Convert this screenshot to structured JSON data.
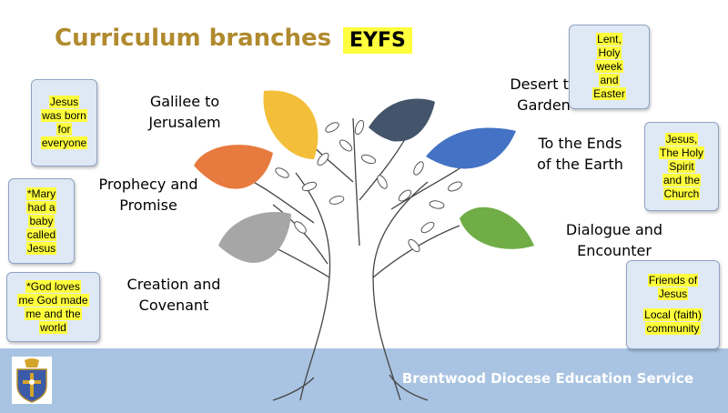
{
  "title": "Curriculum branches",
  "stage": "EYFS",
  "footer": "Brentwood Diocese Education Service",
  "branches": [
    {
      "lines": [
        "Galilee to",
        "Jerusalem"
      ]
    },
    {
      "lines": [
        "Prophecy and",
        "Promise"
      ]
    },
    {
      "lines": [
        "Creation and",
        "Covenant"
      ]
    },
    {
      "lines": [
        "Desert to",
        "Garden"
      ]
    },
    {
      "lines": [
        "To the Ends",
        "of the Earth"
      ]
    },
    {
      "lines": [
        "Dialogue and",
        "Encounter"
      ]
    }
  ],
  "topics": [
    {
      "lines": [
        "Jesus",
        "was born",
        "for",
        "everyone"
      ]
    },
    {
      "lines": [
        "*Mary",
        "had a",
        "baby",
        "called",
        "Jesus"
      ]
    },
    {
      "lines": [
        "*God loves",
        "me God made",
        "me and the",
        "world"
      ]
    },
    {
      "lines": [
        "Lent,",
        "Holy",
        "week",
        "and",
        "Easter"
      ]
    },
    {
      "lines": [
        "Jesus,",
        "The Holy",
        "Spirit",
        "and the",
        "Church"
      ]
    },
    {
      "lines": [
        "Friends of",
        "Jesus",
        "Local (faith)",
        "community"
      ]
    }
  ],
  "colors": {
    "leaf_yellow": "#f3bf3a",
    "leaf_orange": "#e77a3e",
    "leaf_gray": "#a6a6a6",
    "leaf_navy": "#44546a",
    "leaf_blue": "#4472c4",
    "leaf_green": "#70ad47",
    "footer": "#a9c4e2",
    "highlight": "#ffff3d",
    "title": "#b08a2e"
  }
}
